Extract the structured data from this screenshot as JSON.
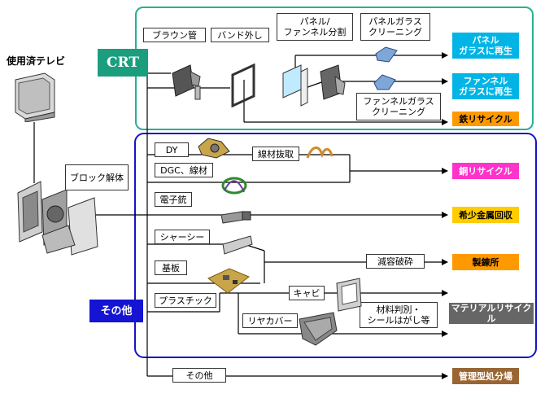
{
  "left": {
    "used_tv": "使用済テレビ",
    "block_disassembly": "ブロック解体"
  },
  "crt": {
    "tag": "CRT",
    "steps": {
      "braun_tube": "ブラウン管",
      "band_removal": "バンド外し",
      "panel_funnel_split": "パネル/\nファンネル分割",
      "panel_glass_cleaning": "パネルガラス\nクリーニング",
      "funnel_glass_cleaning": "ファンネルガラス\nクリーニング"
    },
    "dest": {
      "panel_regen": "パネル\nガラスに再生",
      "funnel_regen": "ファンネル\nガラスに再生",
      "iron": "鉄リサイクル"
    }
  },
  "other": {
    "tag": "その他",
    "items": {
      "dy": "DY",
      "wire_extract": "線材抜取",
      "dgc": "DGC、線材",
      "gun": "電子銃",
      "chassis": "シャーシー",
      "board": "基板",
      "plastic": "プラスチック",
      "cabinet": "キャビ",
      "rear_cover": "リヤカバー",
      "shred": "減容破砕",
      "sorting": "材料判別・\nシールはがし等",
      "other": "その他"
    },
    "dest": {
      "copper": "銅リサイクル",
      "rare_metal": "希少金属回収",
      "smelter": "製錬所",
      "material": "マテリアルリサイクル",
      "landfill": "管理型処分場"
    }
  },
  "colors": {
    "crt_border": "#2bb08f",
    "crt_tag": "#1a9e7e",
    "other_border": "#1414c8",
    "other_tag": "#1414d2",
    "glass_dest": "#00b4e6",
    "iron_dest": "#ff9900",
    "copper_dest": "#ff33cc",
    "rare_dest": "#ffcc00",
    "smelter_dest": "#ff9900",
    "material_dest": "#666666",
    "landfill_dest": "#996633"
  }
}
